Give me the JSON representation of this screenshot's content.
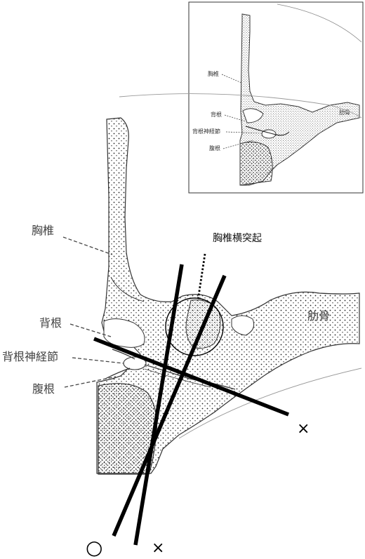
{
  "labels": {
    "vertebra": "胸椎",
    "dorsal_root": "背根",
    "ganglion": "背根神経節",
    "ventral_root": "腹根",
    "rib": "肋骨",
    "transverse_process": "胸椎横突起"
  },
  "inset_labels": {
    "vertebra": "胸椎",
    "dorsal_root": "背根",
    "ganglion": "背根神経節",
    "ventral_root": "腹根",
    "rib": "肋骨"
  },
  "marks": {
    "correct": "○",
    "wrong_1": "×",
    "wrong_2": "×"
  },
  "colors": {
    "outline": "#333333",
    "stipple": "#222222",
    "line": "#000000"
  }
}
